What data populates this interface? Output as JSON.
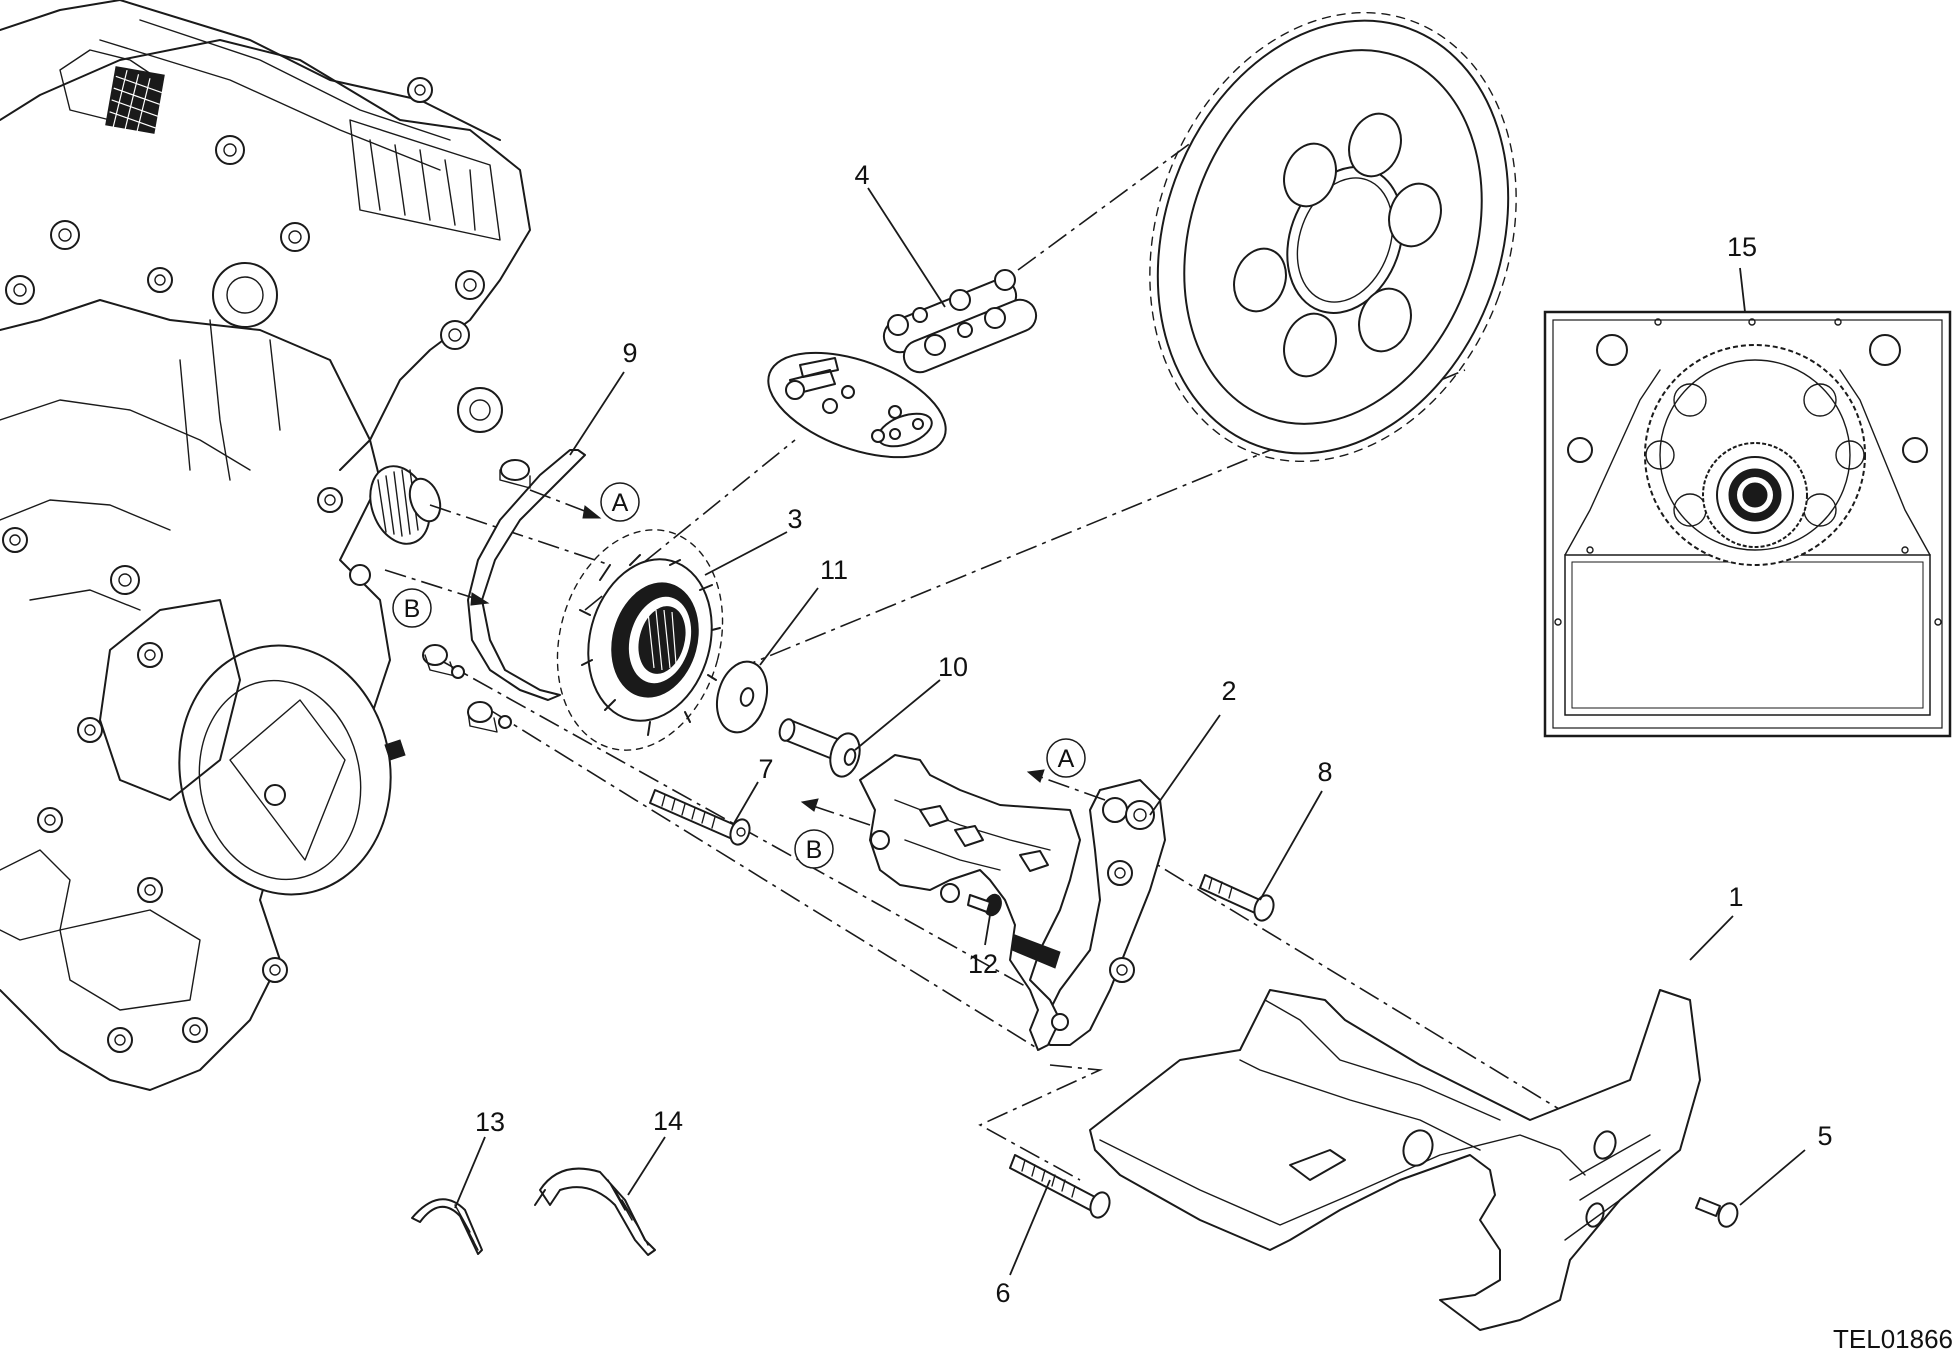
{
  "diagram": {
    "drawing_code": "TEL01866",
    "part_numbers": [
      "1",
      "2",
      "3",
      "4",
      "5",
      "6",
      "7",
      "8",
      "9",
      "10",
      "11",
      "12",
      "13",
      "14",
      "15"
    ],
    "callout_letters": {
      "a_upper": "A",
      "a_lower": "A",
      "b_upper": "B",
      "b_lower": "B"
    }
  }
}
